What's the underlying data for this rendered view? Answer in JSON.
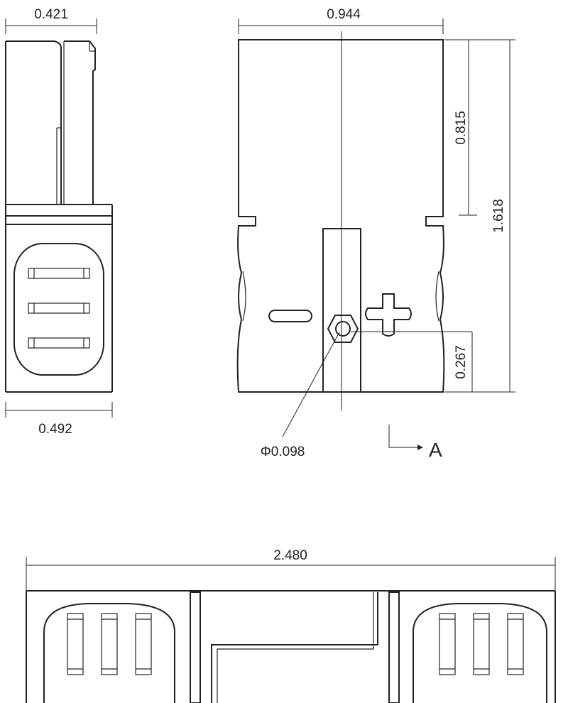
{
  "dimensions": {
    "side_top_width": "0.421",
    "side_bottom_width": "0.492",
    "front_width": "0.944",
    "upper_height": "0.815",
    "total_height": "1.618",
    "hole_height": "0.267",
    "hole_diameter": "Φ0.098",
    "bottom_length": "2.480"
  },
  "polarity": {
    "negative": "−",
    "positive": "+"
  },
  "view_label": "A"
}
